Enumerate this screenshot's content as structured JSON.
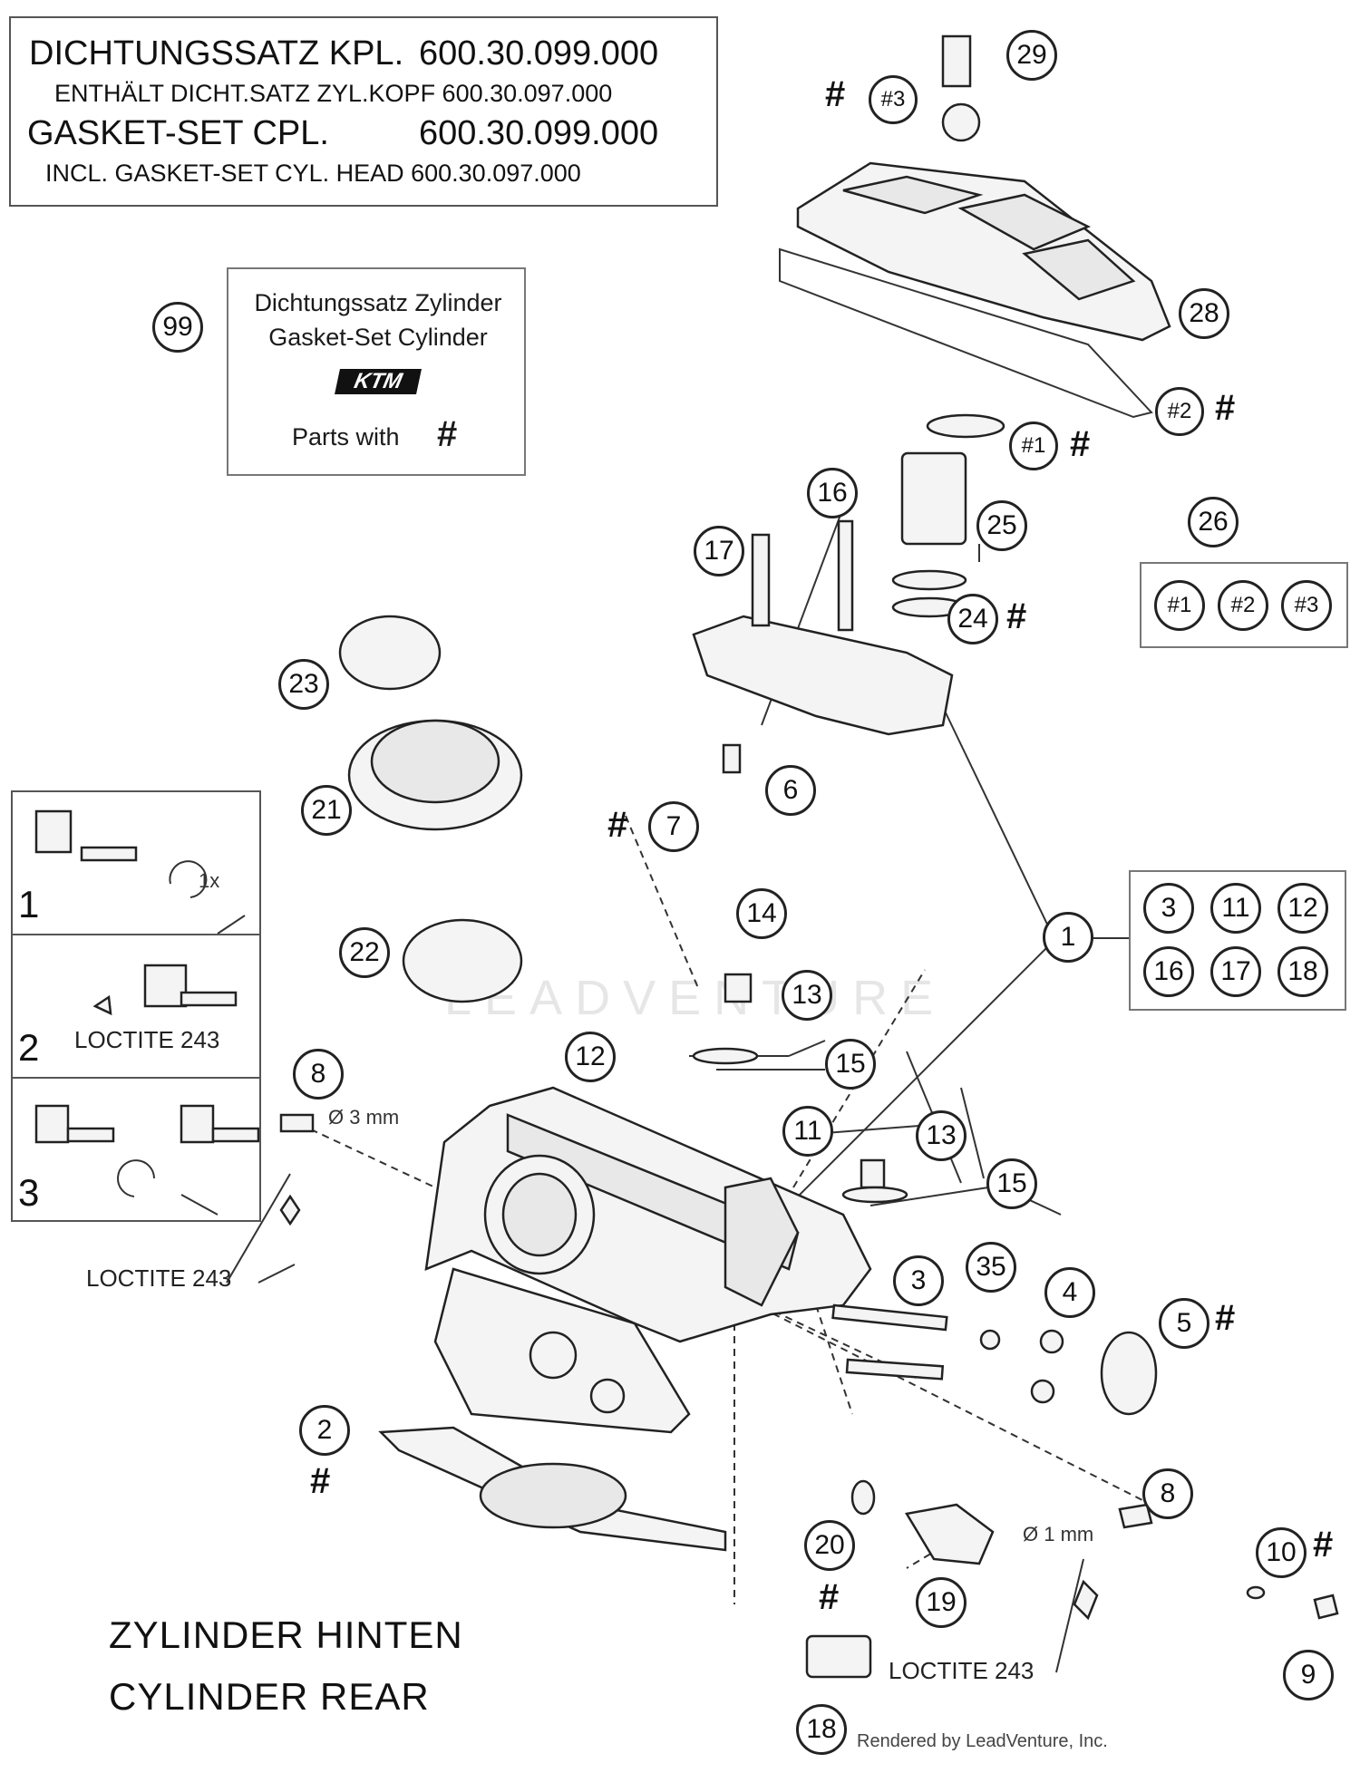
{
  "header": {
    "line1_label": "DICHTUNGSSATZ KPL.",
    "line1_number": "600.30.099.000",
    "line2": "ENTHÄLT DICHT.SATZ ZYL.KOPF 600.30.097.000",
    "line3_label": "GASKET-SET CPL.",
    "line3_number": "600.30.099.000",
    "line4": "INCL. GASKET-SET CYL. HEAD 600.30.097.000"
  },
  "gasket_box": {
    "ref": "99",
    "line1": "Dichtungssatz Zylinder",
    "line2": "Gasket-Set Cylinder",
    "brand": "KTM",
    "parts_with": "Parts with",
    "mark": "#"
  },
  "steps": [
    {
      "number": "1",
      "note": "1x"
    },
    {
      "number": "2",
      "note": "LOCTITE 243"
    },
    {
      "number": "3",
      "note": ""
    }
  ],
  "kit_26": {
    "ref": "26",
    "items": [
      "#1",
      "#2",
      "#3"
    ]
  },
  "kit_1": {
    "ref": "1",
    "items": [
      "3",
      "11",
      "12",
      "16",
      "17",
      "18"
    ]
  },
  "callouts": {
    "c29": "29",
    "c3a": "#3",
    "c28": "28",
    "c2a": "#2",
    "c1a": "#1",
    "c16": "16",
    "c25": "25",
    "c17": "17",
    "c24": "24",
    "c23": "23",
    "c21": "21",
    "c22": "22",
    "c6": "6",
    "c7": "7",
    "c14": "14",
    "c13a": "13",
    "c15a": "15",
    "c12": "12",
    "c11": "11",
    "c8a": "8",
    "c13b": "13",
    "c15b": "15",
    "c3": "3",
    "c35": "35",
    "c4": "4",
    "c5": "5",
    "c2": "2",
    "c20": "20",
    "c19": "19",
    "c8b": "8",
    "c10": "10",
    "c9": "9",
    "c18": "18"
  },
  "hash_mark": "#",
  "notes": {
    "dia3": "Ø 3 mm",
    "dia1": "Ø 1 mm",
    "loctite_left": "LOCTITE 243",
    "loctite_bottom": "LOCTITE 243"
  },
  "caption": {
    "line1": "ZYLINDER HINTEN",
    "line2": "CYLINDER REAR"
  },
  "credit": "Rendered by LeadVenture, Inc.",
  "watermark": "LEADVENTURE"
}
